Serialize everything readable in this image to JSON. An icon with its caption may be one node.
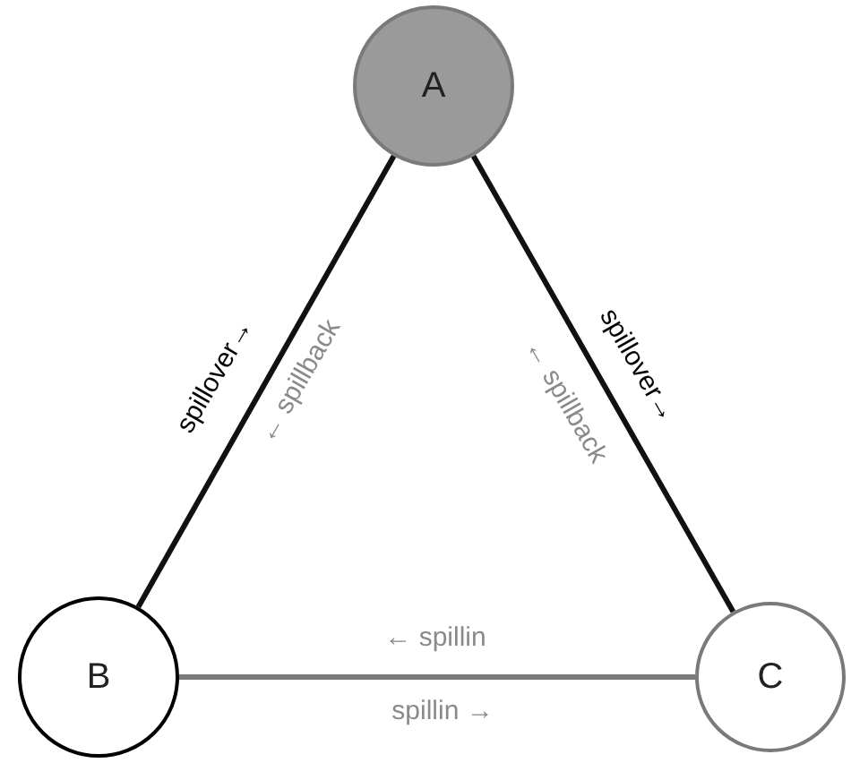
{
  "diagram": {
    "nodes": [
      {
        "text": [
          "A"
        ]
      },
      {
        "text": [
          "B"
        ]
      },
      {
        "text": [
          "C"
        ]
      }
    ],
    "edges": [
      {
        "from": 0,
        "to": 1,
        "arrow": "none",
        "label": "spillover→"
      },
      {
        "from": 0,
        "to": 2,
        "arrow": "none",
        "label": "spillover→"
      },
      {
        "from": 1,
        "to": 2,
        "arrow": "none",
        "label": "← spillin",
        "color": "#7a7a7a"
      }
    ],
    "labels": [
      "← spillback",
      "← spillback",
      "spillin →"
    ]
  }
}
